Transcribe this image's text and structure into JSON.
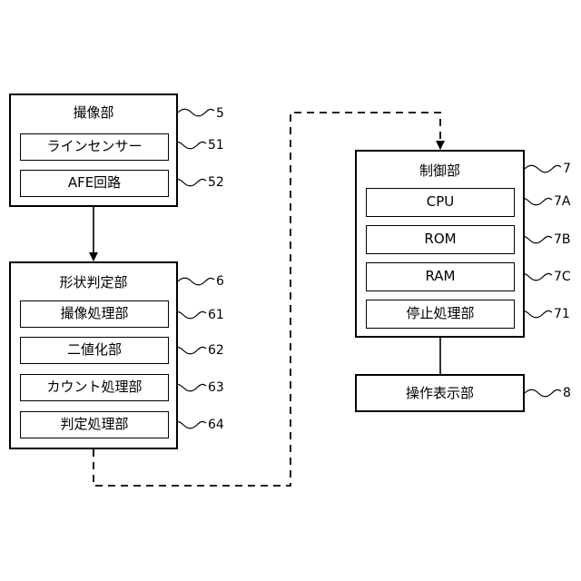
{
  "imaging_unit": {
    "title": "撮像部",
    "ref": "5",
    "items": [
      {
        "label": "ラインセンサー",
        "ref": "51"
      },
      {
        "label": "AFE回路",
        "ref": "52"
      }
    ]
  },
  "shape_unit": {
    "title": "形状判定部",
    "ref": "6",
    "items": [
      {
        "label": "撮像処理部",
        "ref": "61"
      },
      {
        "label": "二値化部",
        "ref": "62"
      },
      {
        "label": "カウント処理部",
        "ref": "63"
      },
      {
        "label": "判定処理部",
        "ref": "64"
      }
    ]
  },
  "control_unit": {
    "title": "制御部",
    "ref": "7",
    "items": [
      {
        "label": "CPU",
        "ref": "7A"
      },
      {
        "label": "ROM",
        "ref": "7B"
      },
      {
        "label": "RAM",
        "ref": "7C"
      },
      {
        "label": "停止処理部",
        "ref": "71"
      }
    ]
  },
  "operation_unit": {
    "title": "操作表示部",
    "ref": "8"
  }
}
